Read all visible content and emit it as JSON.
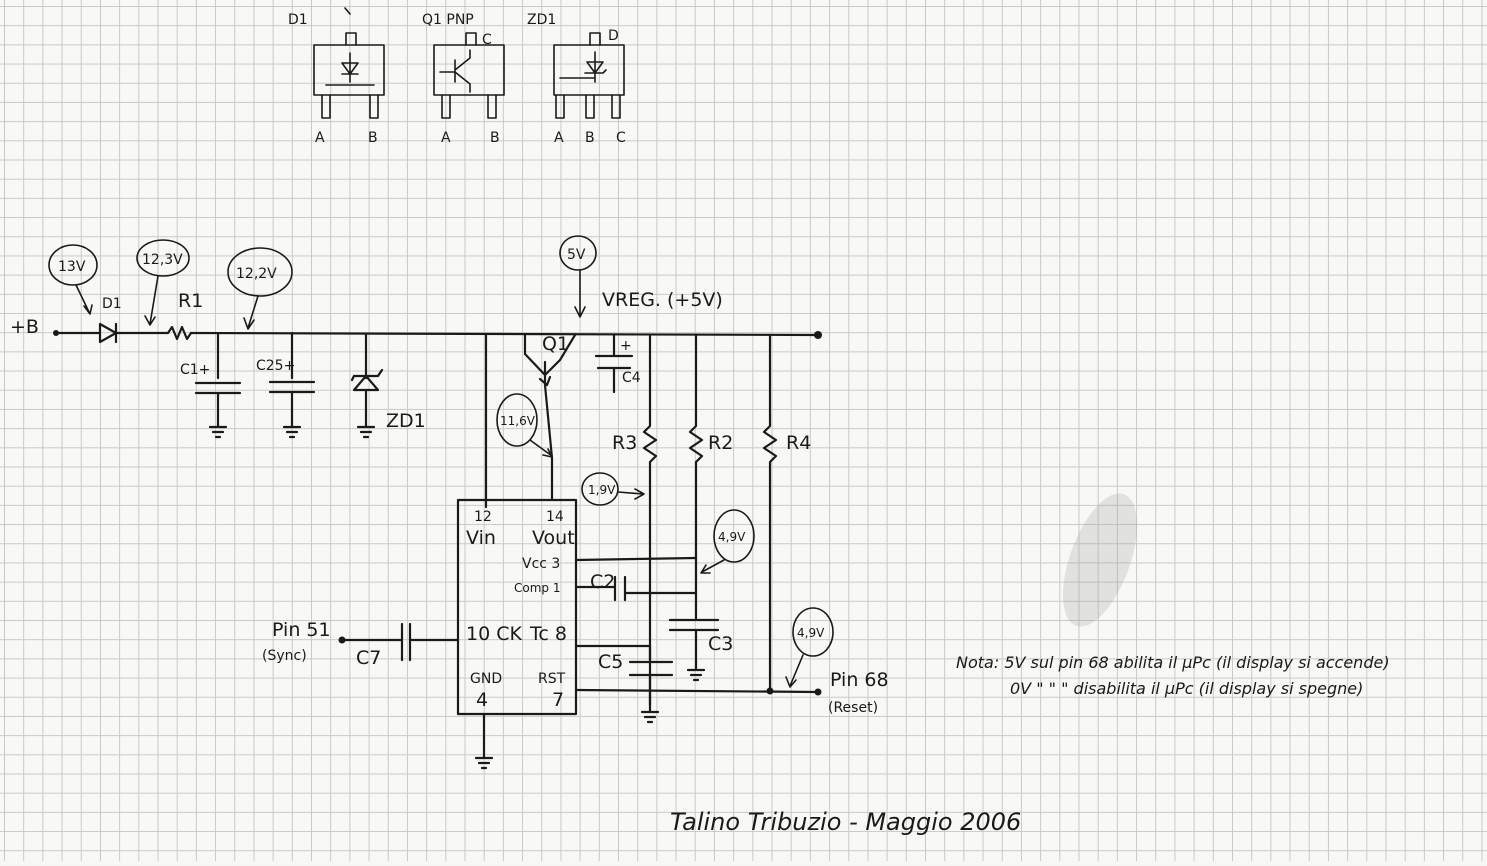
{
  "packages": [
    {
      "name": "D1",
      "pins": [
        "A",
        "B"
      ]
    },
    {
      "name": "Q1 PNP",
      "top_pin": "C",
      "pins": [
        "A",
        "B"
      ]
    },
    {
      "name": "ZD1",
      "top_pin": "D",
      "pins": [
        "A",
        "B",
        "C"
      ]
    }
  ],
  "labels": {
    "plus_b": "+B",
    "d1": "D1",
    "r1": "R1",
    "c1": "C1+",
    "c25": "C25+",
    "zd1": "ZD1",
    "q1": "Q1",
    "c4": "C4",
    "vreg": "VREG. (+5V)",
    "r3": "R3",
    "r2": "R2",
    "r4": "R4",
    "c2": "C2",
    "c3": "C3",
    "c5": "C5",
    "c7": "C7",
    "pin51": "Pin 51",
    "sync": "(Sync)",
    "pin68": "Pin 68",
    "reset": "(Reset)"
  },
  "voltages": {
    "v13": "13V",
    "v123": "12,3V",
    "v122": "12,2V",
    "v5": "5V",
    "v116": "11,6V",
    "v19": "1,9V",
    "v49a": "4,9V",
    "v49b": "4,9V"
  },
  "ic": {
    "pin12": "12",
    "pin14": "14",
    "vin": "Vin",
    "vout": "Vout",
    "vcc": "Vcc 3",
    "comp": "Comp 1",
    "clk": "10 CK",
    "tc": "Tc 8",
    "gnd": "GND",
    "gnd_num": "4",
    "rst": "RST",
    "rst_num": "7"
  },
  "note": {
    "line1": "Nota: 5V sul pin 68 abilita il µPc (il display si accende)",
    "line2": "0V  \"   \"   \"   disabilita il µPc (il display si spegne)"
  },
  "signature": "Talino Tribuzio - Maggio 2006"
}
